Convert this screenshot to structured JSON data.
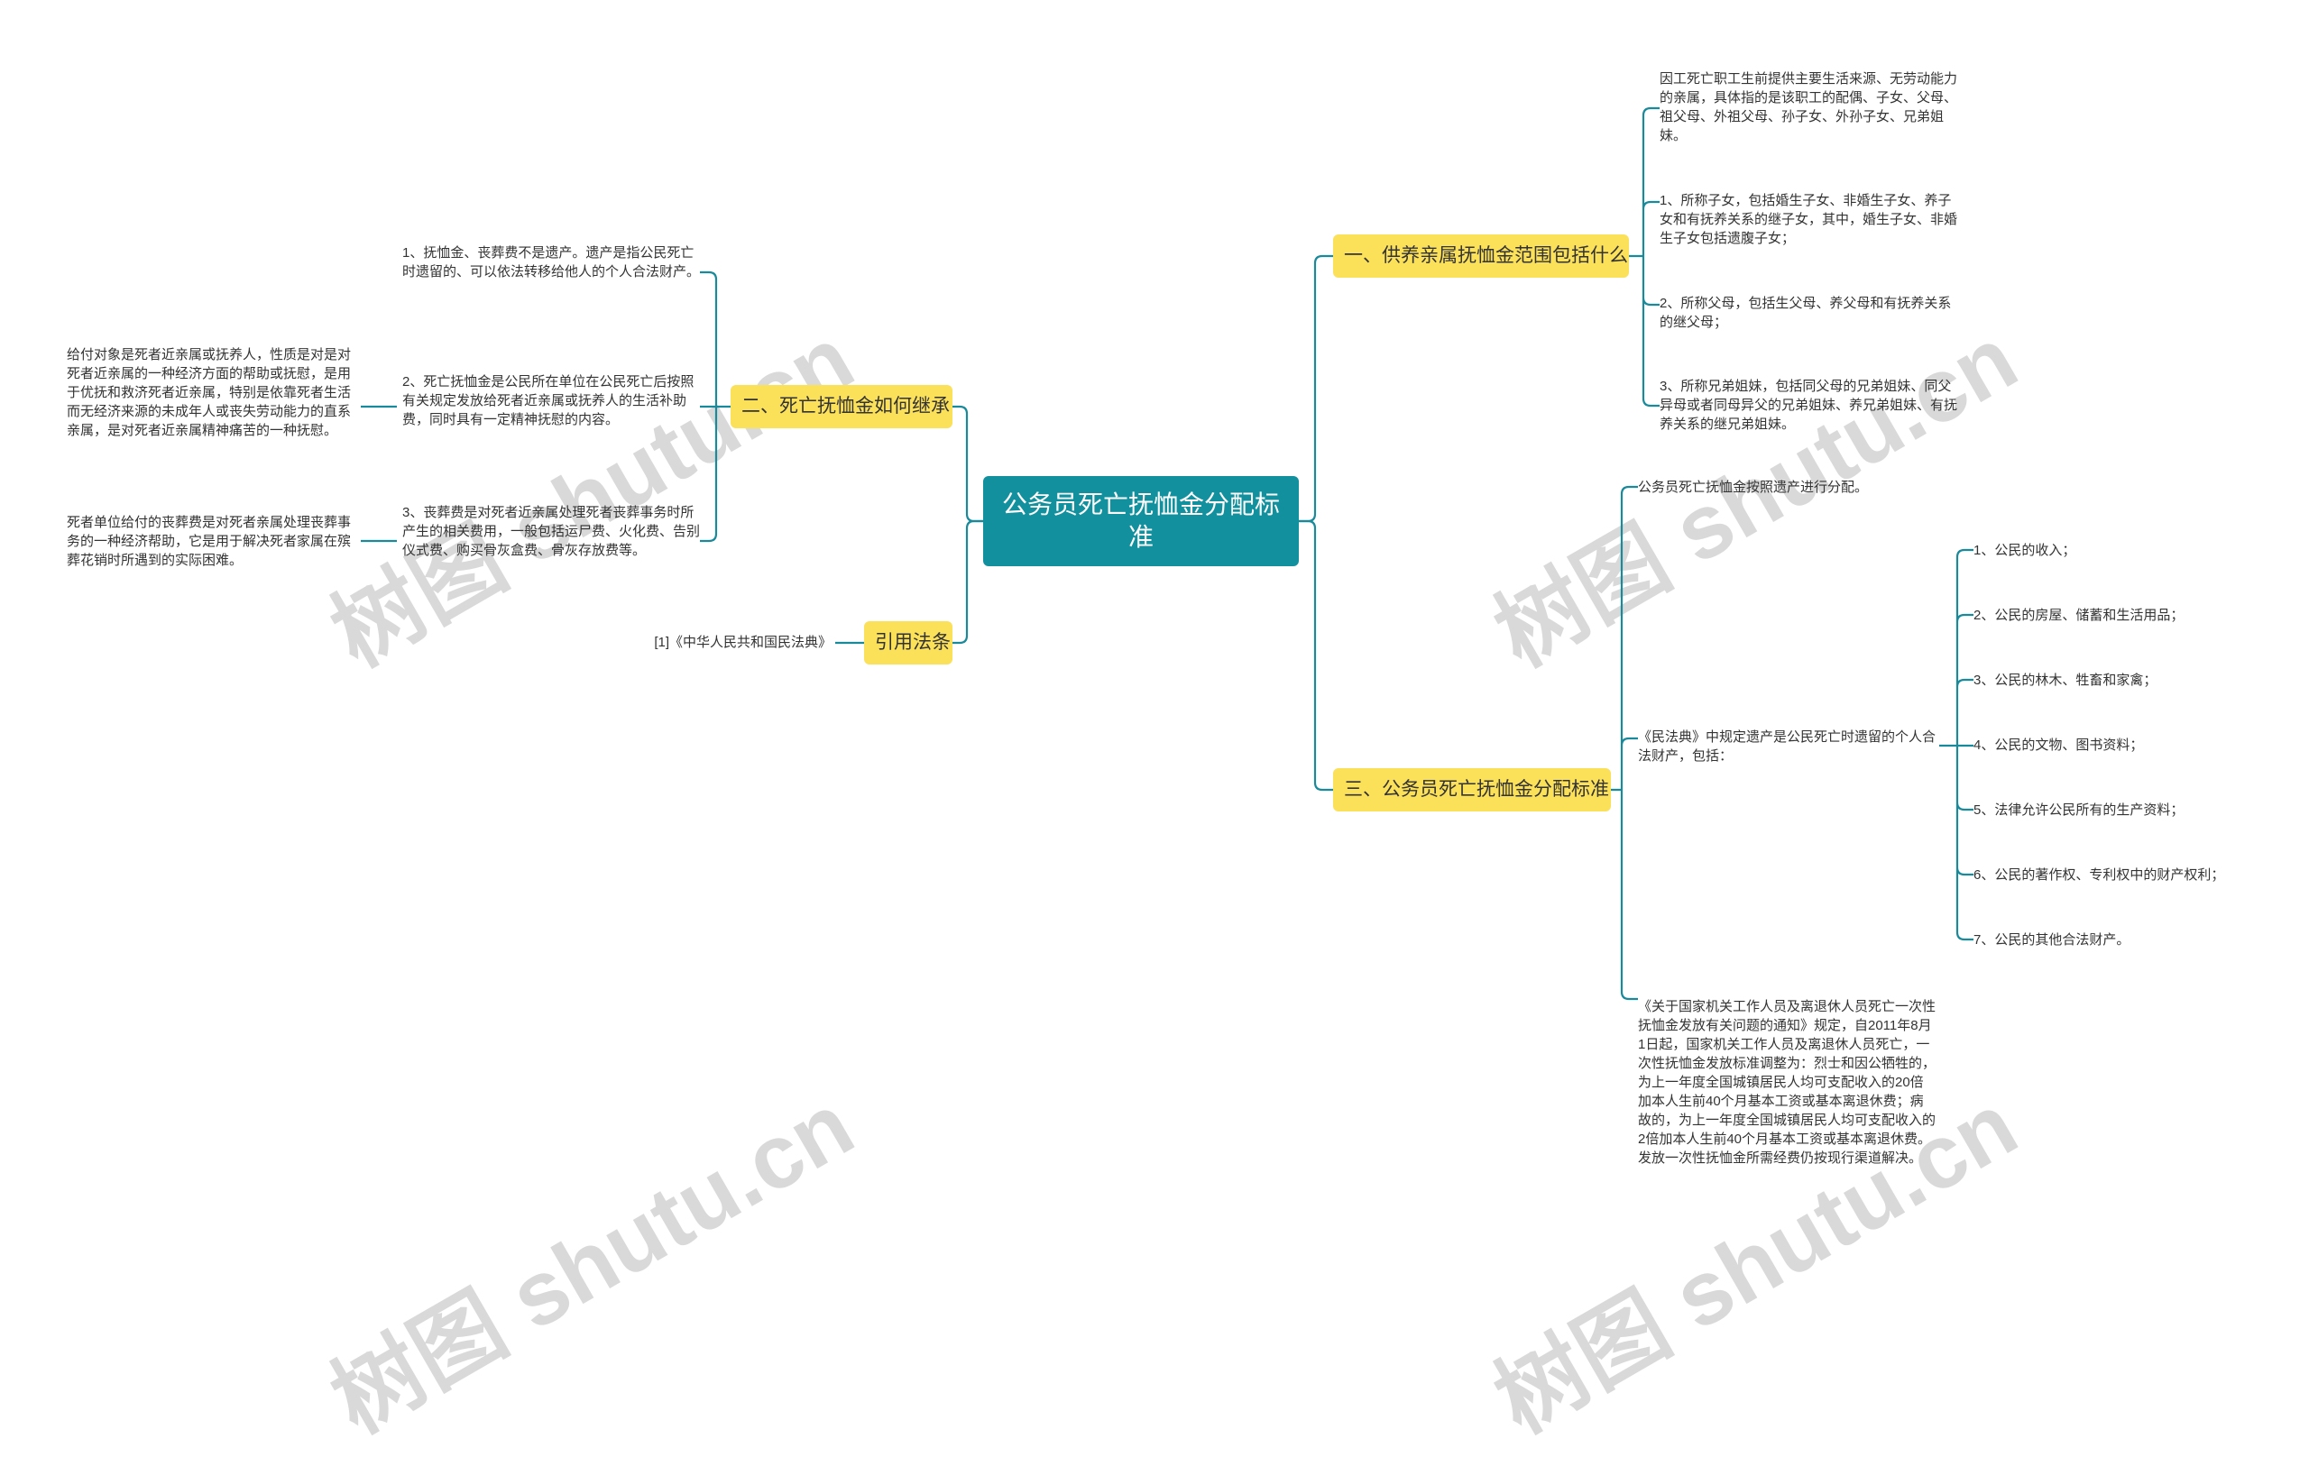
{
  "root": {
    "title": "公务员死亡抚恤金分配标准"
  },
  "branches": {
    "b1": {
      "label": "一、供养亲属抚恤金范围包括什么",
      "children": [
        "因工死亡职工生前提供主要生活来源、无劳动能力的亲属，具体指的是该职工的配偶、子女、父母、祖父母、外祖父母、孙子女、外孙子女、兄弟姐妹。",
        "1、所称子女，包括婚生子女、非婚生子女、养子女和有抚养关系的继子女，其中，婚生子女、非婚生子女包括遗腹子女；",
        "2、所称父母，包括生父母、养父母和有抚养关系的继父母；",
        "3、所称兄弟姐妹，包括同父母的兄弟姐妹、同父异母或者同母异父的兄弟姐妹、养兄弟姐妹、有抚养关系的继兄弟姐妹。"
      ]
    },
    "b2": {
      "label": "二、死亡抚恤金如何继承",
      "children": [
        "1、抚恤金、丧葬费不是遗产。遗产是指公民死亡时遗留的、可以依法转移给他人的个人合法财产。",
        "2、死亡抚恤金是公民所在单位在公民死亡后按照有关规定发放给死者近亲属或抚养人的生活补助费，同时具有一定精神抚慰的内容。",
        "3、丧葬费是对死者近亲属处理死者丧葬事务时所产生的相关费用，一般包括运尸费、火化费、告别仪式费、购买骨灰盒费、骨灰存放费等。"
      ],
      "sub": [
        "给付对象是死者近亲属或抚养人，性质是对是对死者近亲属的一种经济方面的帮助或抚慰，是用于优抚和救济死者近亲属，特别是依靠死者生活而无经济来源的未成年人或丧失劳动能力的直系亲属，是对死者近亲属精神痛苦的一种抚慰。",
        "死者单位给付的丧葬费是对死者亲属处理丧葬事务的一种经济帮助，它是用于解决死者家属在殡葬花销时所遇到的实际困难。"
      ]
    },
    "b3": {
      "label": "三、公务员死亡抚恤金分配标准",
      "children": [
        "公务员死亡抚恤金按照遗产进行分配。",
        "《民法典》中规定遗产是公民死亡时遗留的个人合法财产，包括：",
        "《关于国家机关工作人员及离退休人员死亡一次性抚恤金发放有关问题的通知》规定，自2011年8月1日起，国家机关工作人员及离退休人员死亡，一次性抚恤金发放标准调整为：烈士和因公牺牲的，为上一年度全国城镇居民人均可支配收入的20倍加本人生前40个月基本工资或基本离退休费；病故的，为上一年度全国城镇居民人均可支配收入的2倍加本人生前40个月基本工资或基本离退休费。发放一次性抚恤金所需经费仍按现行渠道解决。"
      ],
      "items": [
        "1、公民的收入；",
        "2、公民的房屋、储蓄和生活用品；",
        "3、公民的林木、牲畜和家禽；",
        "4、公民的文物、图书资料；",
        "5、法律允许公民所有的生产资料；",
        "6、公民的著作权、专利权中的财产权利；",
        "7、公民的其他合法财产。"
      ]
    },
    "b4": {
      "label": "引用法条",
      "children": [
        "[1]《中华人民共和国民法典》"
      ]
    }
  },
  "watermarks": [
    "树图 shutu.cn",
    "树图 shutu.cn",
    "树图 shutu.cn",
    "树图 shutu.cn"
  ],
  "colors": {
    "root": "#13909e",
    "branch": "#fbe05a",
    "line": "#1a8a9a"
  }
}
